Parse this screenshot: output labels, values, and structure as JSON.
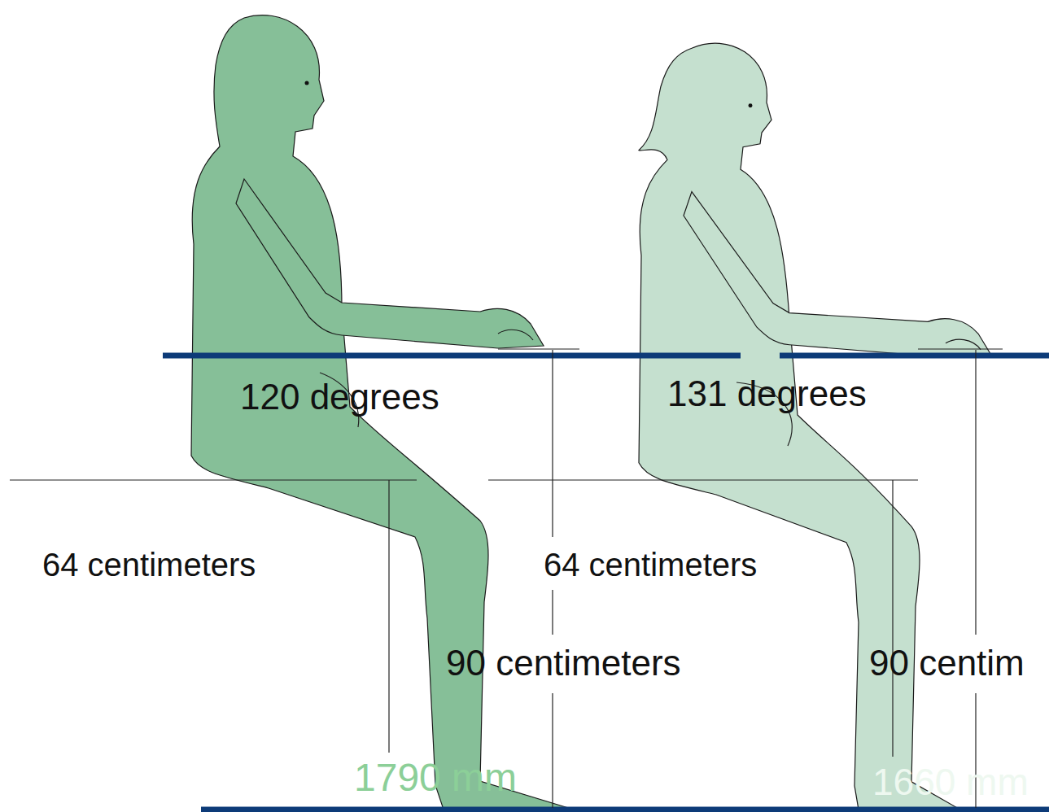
{
  "diagram": {
    "labels": [
      "120 degrees",
      "131 degrees",
      "64 centimeters",
      "64 centimeters",
      "90 centimeters",
      "90 centim",
      "1790 mm",
      "1660 mm"
    ]
  }
}
